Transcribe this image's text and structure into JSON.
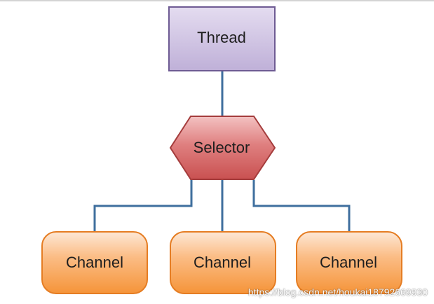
{
  "diagram": {
    "thread": {
      "label": "Thread"
    },
    "selector": {
      "label": "Selector"
    },
    "channels": [
      {
        "label": "Channel"
      },
      {
        "label": "Channel"
      },
      {
        "label": "Channel"
      }
    ],
    "edges": [
      {
        "from": "Thread",
        "to": "Selector"
      },
      {
        "from": "Selector",
        "to": "Channel 1"
      },
      {
        "from": "Selector",
        "to": "Channel 2"
      },
      {
        "from": "Selector",
        "to": "Channel 3"
      }
    ]
  },
  "watermark": {
    "text": "https://blog.csdn.net/houkai18792669930"
  },
  "colors": {
    "thread_fill": "#cfc3e2",
    "thread_stroke": "#6e5b93",
    "selector_fill": "#d86c6c",
    "selector_stroke": "#a43c3c",
    "channel_fill": "#f8a25c",
    "channel_stroke": "#e57d23",
    "connector": "#3f6f9e"
  }
}
